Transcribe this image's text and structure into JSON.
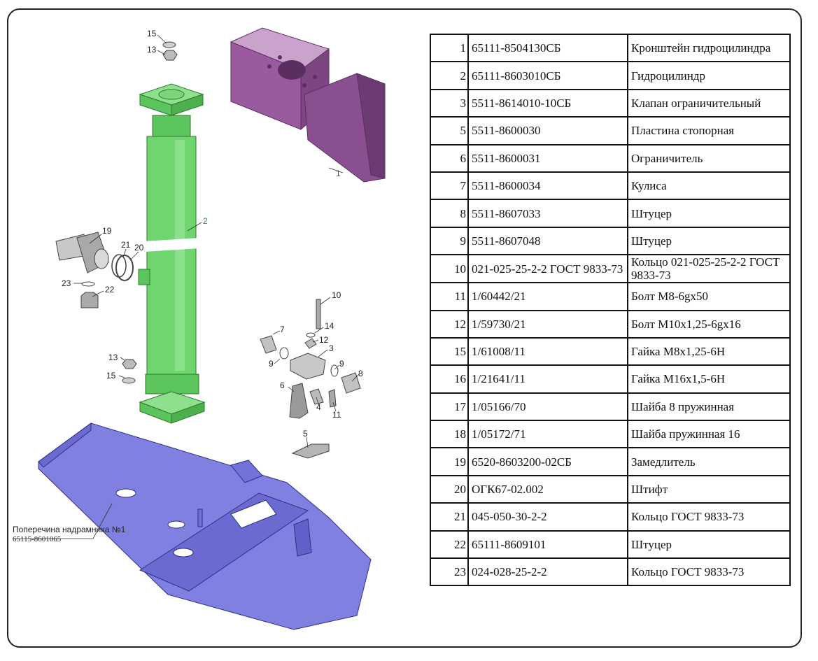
{
  "parts_table": {
    "rows": [
      {
        "num": "1",
        "code": "65111-8504130СБ",
        "name": "Кронштейн гидроцилиндра"
      },
      {
        "num": "2",
        "code": "65111-8603010СБ",
        "name": "Гидроцилиндр"
      },
      {
        "num": "3",
        "code": "5511-8614010-10СБ",
        "name": "Клапан ограничительный"
      },
      {
        "num": "5",
        "code": "5511-8600030",
        "name": "Пластина стопорная"
      },
      {
        "num": "6",
        "code": "5511-8600031",
        "name": "Ограничитель"
      },
      {
        "num": "7",
        "code": "5511-8600034",
        "name": "Кулиса"
      },
      {
        "num": "8",
        "code": "5511-8607033",
        "name": "Штуцер"
      },
      {
        "num": "9",
        "code": "5511-8607048",
        "name": "Штуцер"
      },
      {
        "num": "10",
        "code": "021-025-25-2-2 ГОСТ 9833-73",
        "name": "Кольцо 021-025-25-2-2 ГОСТ 9833-73"
      },
      {
        "num": "11",
        "code": "1/60442/21",
        "name": "Болт М8-6gх50"
      },
      {
        "num": "12",
        "code": "1/59730/21",
        "name": "Болт М10х1,25-6gх16"
      },
      {
        "num": "15",
        "code": "1/61008/11",
        "name": "Гайка М8х1,25-6Н"
      },
      {
        "num": "16",
        "code": "1/21641/11",
        "name": "Гайка М16х1,5-6Н"
      },
      {
        "num": "17",
        "code": "1/05166/70",
        "name": "Шайба 8 пружинная"
      },
      {
        "num": "18",
        "code": "1/05172/71",
        "name": "Шайба пружинная 16"
      },
      {
        "num": "19",
        "code": "6520-8603200-02СБ",
        "name": "Замедлитель"
      },
      {
        "num": "20",
        "code": "ОГК67-02.002",
        "name": "Штифт"
      },
      {
        "num": "21",
        "code": "045-050-30-2-2",
        "name": "Кольцо ГОСТ 9833-73"
      },
      {
        "num": "22",
        "code": "65111-8609101",
        "name": "Штуцер"
      },
      {
        "num": "23",
        "code": "024-028-25-2-2",
        "name": "Кольцо ГОСТ 9833-73"
      }
    ]
  },
  "callouts": {
    "c15a": "15",
    "c13a": "13",
    "c1": "1",
    "c2": "2",
    "c19": "19",
    "c21": "21",
    "c20": "20",
    "c23": "23",
    "c22": "22",
    "c10": "10",
    "c14": "14",
    "c7": "7",
    "c12": "12",
    "c3": "3",
    "c9a": "9",
    "c9b": "9",
    "c8": "8",
    "c13b": "13",
    "c15b": "15",
    "c6": "6",
    "c4": "4",
    "c11": "11",
    "c5": "5"
  },
  "caption": {
    "line1": "Поперечина надрамника №1",
    "line2": "65115-8601065"
  },
  "colors": {
    "cylinder": "#6fd66f",
    "bracket": "#9a5a9f",
    "frame": "#7777dd",
    "parts_gray": "#9a9a9a"
  }
}
